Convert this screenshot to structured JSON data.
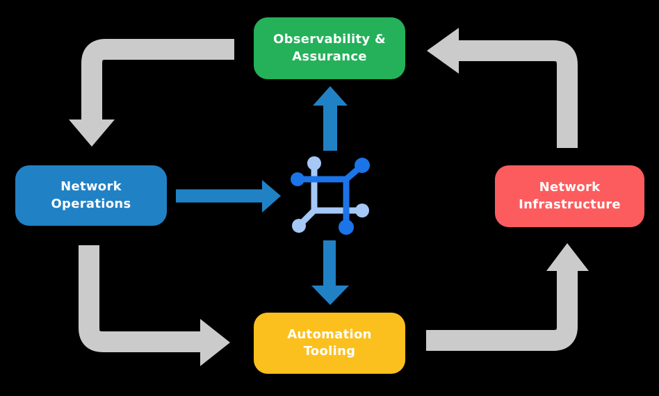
{
  "diagram": {
    "background": "#000000",
    "nodes": [
      {
        "id": "observability-assurance",
        "label": "Observability &\nAssurance",
        "color": "#24b15a"
      },
      {
        "id": "network-operations",
        "label": "Network\nOperations",
        "color": "#2181c5"
      },
      {
        "id": "network-infrastructure",
        "label": "Network\nInfrastructure",
        "color": "#fd5c5e"
      },
      {
        "id": "automation-tooling",
        "label": "Automation\nTooling",
        "color": "#fcc01e"
      }
    ],
    "center_icon": {
      "name": "network-mesh-icon",
      "dark_color": "#1b74e8",
      "light_color": "#a6c8f7"
    },
    "cycle_arrows": {
      "color": "#cbcbcb",
      "flows": [
        {
          "from": "observability-assurance",
          "to": "network-operations"
        },
        {
          "from": "network-operations",
          "to": "automation-tooling"
        },
        {
          "from": "automation-tooling",
          "to": "network-infrastructure"
        },
        {
          "from": "network-infrastructure",
          "to": "observability-assurance"
        }
      ]
    },
    "hub_arrows": {
      "color": "#2181c5",
      "flows": [
        {
          "from": "network-operations",
          "to": "center-icon"
        },
        {
          "from": "center-icon",
          "to": "observability-assurance"
        },
        {
          "from": "center-icon",
          "to": "automation-tooling"
        }
      ]
    }
  }
}
